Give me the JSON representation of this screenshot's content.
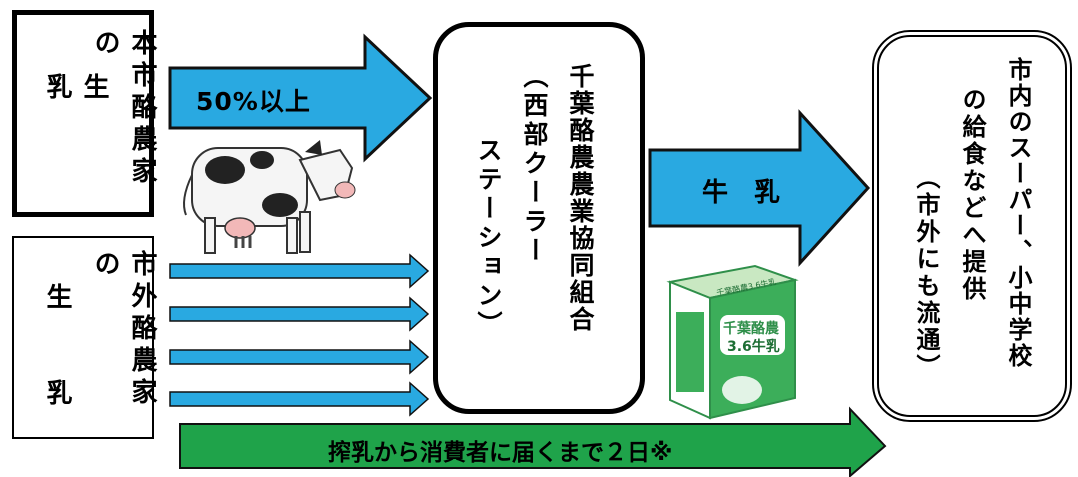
{
  "local_farmers": {
    "col1": "本市酪農家の",
    "col2": "生　乳"
  },
  "outside_farmers": {
    "col1": "市外酪農家の",
    "col2": "生　乳"
  },
  "arrow_top_label": "50%以上",
  "cooperative": {
    "col1": "千葉酪農農業協同組合",
    "col2": "（西部クーラー",
    "col3": "ステーション）"
  },
  "arrow_middle_label": "牛　乳",
  "destination": {
    "col1": "市内のスーパー、小中学校",
    "col2": "の給食などへ提供",
    "col3": "（市外にも流通）"
  },
  "arrow_bottom_label": "搾乳から消費者に届くまで２日※",
  "milk_carton": {
    "top": "千葉酪農3.6牛乳",
    "brand": "千葉酪農",
    "product": "3.6牛乳"
  },
  "colors": {
    "blue_arrow": "#29a9e1",
    "green_arrow": "#1fa34a"
  }
}
